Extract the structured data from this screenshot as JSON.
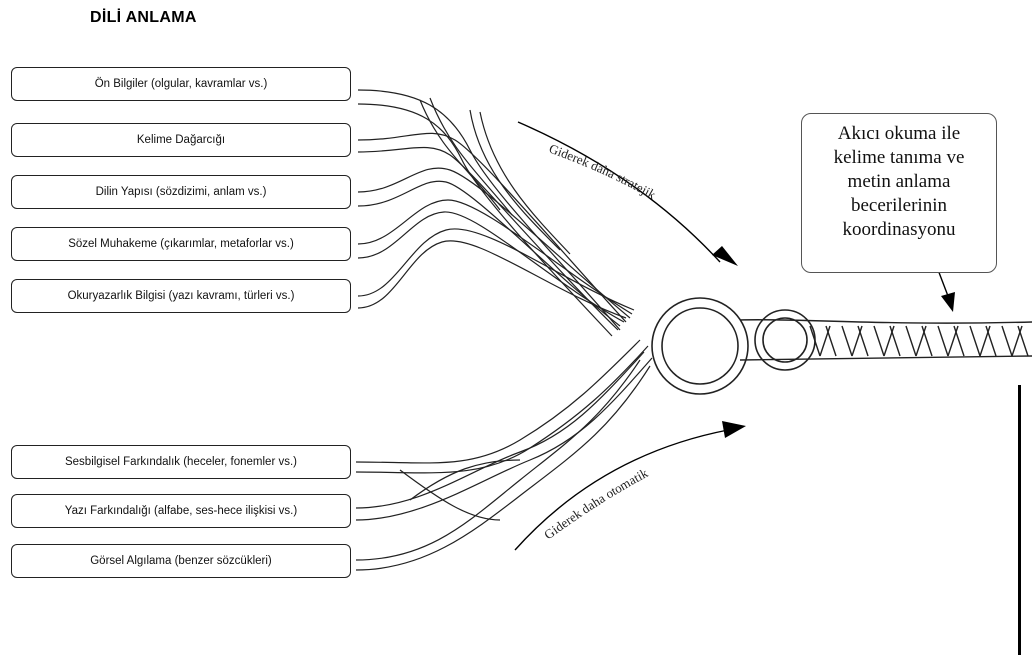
{
  "title": "DİLİ ANLAMA",
  "upper_strands": [
    "Ön Bilgiler (olgular, kavramlar vs.)",
    "Kelime Dağarcığı",
    "Dilin Yapısı (sözdizimi, anlam vs.)",
    "Sözel Muhakeme (çıkarımlar, metaforlar vs.)",
    "Okuryazarlık Bilgisi (yazı kavramı, türleri vs.)"
  ],
  "lower_strands": [
    "Sesbilgisel Farkındalık (heceler, fonemler vs.)",
    "Yazı Farkındalığı (alfabe, ses-hece ilişkisi vs.)",
    "Görsel Algılama (benzer sözcükleri)"
  ],
  "upper_arrow_label": "Giderek daha stratejik",
  "lower_arrow_label": "Giderek daha otomatik",
  "callout_lines": [
    "Akıcı okuma ile",
    "kelime tanıma ve",
    "metin anlama",
    "becerilerinin",
    "koordinasyonu"
  ]
}
